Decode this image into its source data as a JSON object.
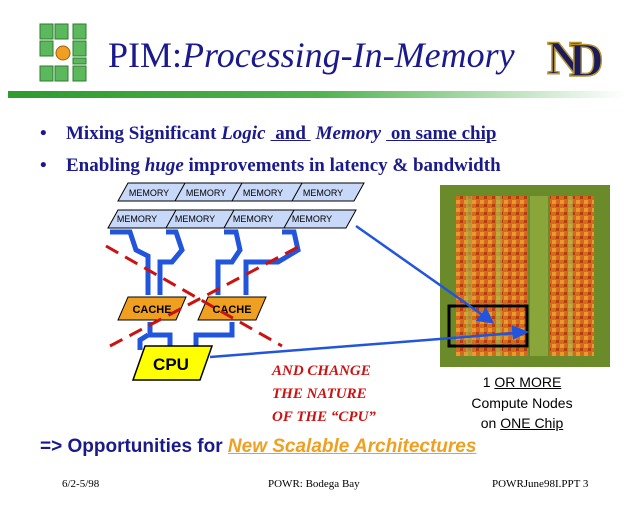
{
  "title": {
    "prefix": "PIM:",
    "main": "Processing-In-Memory"
  },
  "bullets": [
    {
      "parts": [
        "Mixing Significant ",
        "Logic",
        " and ",
        "Memory",
        " on same chip"
      ]
    },
    {
      "parts": [
        "Enabling ",
        "huge",
        " improvements in latency & bandwidth"
      ]
    }
  ],
  "diagram": {
    "memory_label": "MEMORY",
    "cache_label": "CACHE",
    "cpu_label": "CPU",
    "red_lines": [
      "AND CHANGE",
      "THE NATURE",
      "OF THE “CPU”"
    ],
    "compute_lines": {
      "l1a": "1 ",
      "l1b": "OR MORE",
      "l2": "Compute Nodes",
      "l3a": "on ",
      "l3b": "ONE Chip"
    }
  },
  "opportunities": {
    "prefix": "=> Opportunities for ",
    "highlight": "New Scalable Architectures"
  },
  "footer": {
    "date": "6/2-5/98",
    "center": "POWR: Bodega Bay",
    "right": "POWRJune98I.PPT   3"
  },
  "colors": {
    "title": "#1a1a8c",
    "accent_green": "#2e9b2e",
    "cache_orange": "#f0a020",
    "cpu_yellow": "#ffff00",
    "red": "#cc1111"
  }
}
